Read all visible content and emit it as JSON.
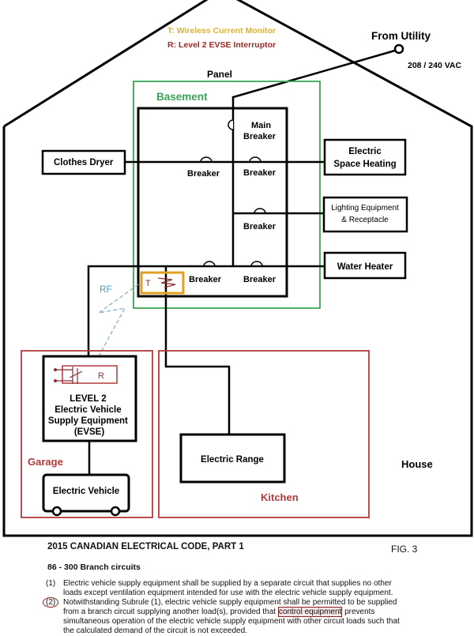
{
  "legend": {
    "t": "T: Wireless Current Monitor",
    "r": "R: Level 2 EVSE Interruptor"
  },
  "utility": {
    "label": "From Utility",
    "voltage": "208 / 240 VAC"
  },
  "panel": {
    "label": "Panel",
    "area": "Basement",
    "main_breaker": [
      "Main",
      "Breaker"
    ],
    "breaker": "Breaker",
    "t_symbol": "T",
    "rf": "RF"
  },
  "loads": {
    "clothes_dryer": "Clothes Dryer",
    "space_heating": [
      "Electric",
      "Space Heating"
    ],
    "lighting": [
      "Lighting Equipment",
      "& Receptacle"
    ],
    "water_heater": "Water Heater",
    "range": "Electric Range",
    "vehicle": "Electric Vehicle"
  },
  "evse": {
    "lines": [
      "LEVEL 2",
      "Electric Vehicle",
      "Supply Equipment",
      "(EVSE)"
    ],
    "r_symbol": "R"
  },
  "rooms": {
    "garage": "Garage",
    "kitchen": "Kitchen",
    "house": "House"
  },
  "colors": {
    "panel_green": "#3aa655",
    "room_red": "#b33a3a",
    "monitor_orange": "#e0a020",
    "rf_blue": "#7ab0c8"
  },
  "code": {
    "title": "2015 CANADIAN ELECTRICAL CODE, PART 1",
    "fig": "FIG. 3",
    "heading": "86 - 300 Branch circuits",
    "rule1_num": "(1)",
    "rule1": "Electric vehicle supply equipment shall be supplied by a separate circuit that supplies no other loads except ventilation equipment intended for use with the electric vehicle supply equipment.",
    "rule2_num": "(2)",
    "rule2_a": "Notwithstanding Subrule (1), electric vehicle supply equipment shall be permitted to be supplied from a branch circuit supplying another load(s), provided that ",
    "rule2_hl": "control equipment",
    "rule2_b": " prevents simultaneous operation of the electric vehicle supply equipment with other circuit loads such that the calculated demand of the circuit is not exceeded."
  }
}
